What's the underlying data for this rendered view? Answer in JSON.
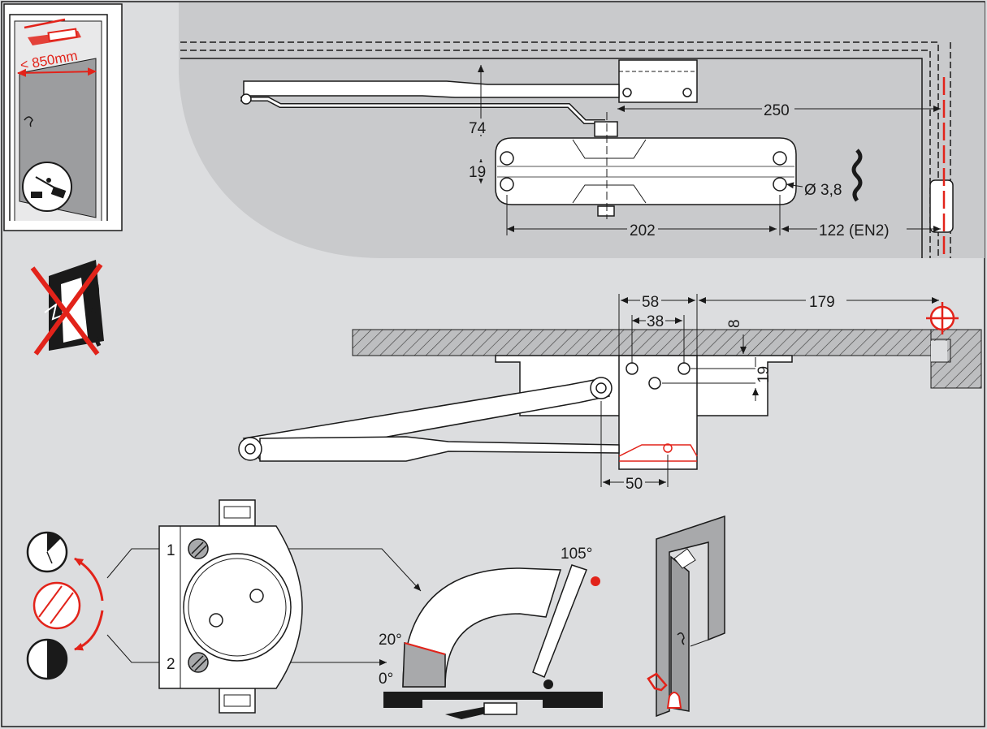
{
  "install_panel": {
    "max_door_width": "< 850mm"
  },
  "top_view": {
    "dim_arm_offset": "74",
    "dim_body_height": "19",
    "dim_hole_spacing": "202",
    "dim_hole_diameter": "Ø 3,8",
    "dim_to_hinge": "250",
    "dim_hinge_en2": "122 (EN2)"
  },
  "side_view": {
    "dim_bracket_width": "58",
    "dim_bracket_holes": "38",
    "dim_to_hinge": "179",
    "dim_depth": "8",
    "dim_hole_offset": "19",
    "dim_arm_pivot": "50"
  },
  "adjust": {
    "valve_1": "1",
    "valve_2": "2",
    "angle_max": "105°",
    "angle_latch": "20°",
    "angle_zero": "0°"
  },
  "colors": {
    "accent": "#e2231a",
    "panel_grey": "#c9cacc",
    "background": "#dcdddf",
    "line": "#1a1a1a"
  }
}
